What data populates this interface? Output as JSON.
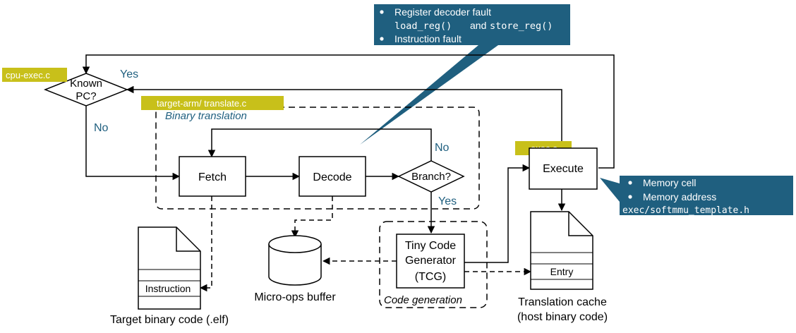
{
  "decision_known_pc": {
    "line1": "Known",
    "line2": "PC?"
  },
  "labels": {
    "yes_top": "Yes",
    "no_left": "No",
    "no_branch": "No",
    "yes_branch": "Yes"
  },
  "tags": {
    "cpu_exec": "cpu-exec.c",
    "translate": "target-arm/ translate.c",
    "exec": "exec.c"
  },
  "binary_translation_title": "Binary translation",
  "blocks": {
    "fetch": "Fetch",
    "decode": "Decode",
    "branch": "Branch?",
    "execute": "Execute",
    "tcg_line1": "Tiny Code",
    "tcg_line2": "Generator",
    "tcg_line3": "(TCG)"
  },
  "code_generation_title": "Code generation",
  "micro_ops_label": "Micro-ops buffer",
  "target_binary": {
    "row_label": "Instruction",
    "caption": "Target binary code (.elf)"
  },
  "translation_cache": {
    "row_label": "Entry",
    "caption_line1": "Translation cache",
    "caption_line2": "(host binary code)"
  },
  "callout_top": {
    "bullet1": "Register decoder  fault",
    "line2_code1": "load_reg()",
    "line2_and": "and",
    "line2_code2": "store_reg()",
    "bullet2": "Instruction fault"
  },
  "callout_right": {
    "bullet1": "Memory cell",
    "bullet2": "Memory address",
    "code": "exec/softmmu_template.h"
  },
  "colors": {
    "callout_bg": "#1f5f7f",
    "tag_bg": "#c8c01a",
    "label_blue": "#1f5f7f",
    "line": "#000000"
  }
}
